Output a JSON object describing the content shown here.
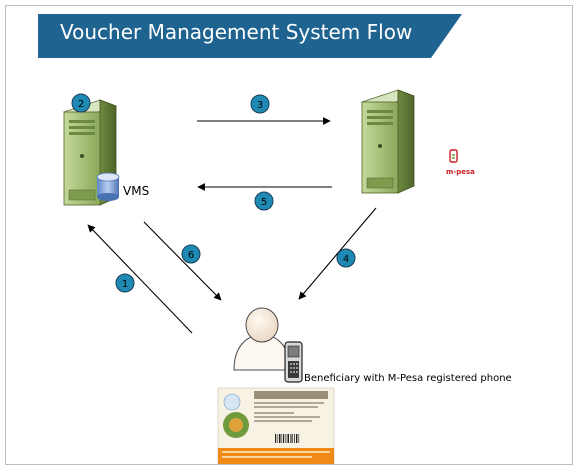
{
  "title": "Voucher Management System Flow",
  "nodes": {
    "vms_server": {
      "label": "VMS"
    },
    "mpesa_server": {
      "label": "m-pesa"
    },
    "beneficiary": {
      "label": "Beneficiary with M-Pesa registered phone"
    }
  },
  "steps": [
    "1",
    "2",
    "3",
    "4",
    "5",
    "6"
  ],
  "colors": {
    "banner": "#1f6391",
    "badge_fill": "#1e8ab3",
    "server_green": "#a9c47a",
    "mpesa_red": "#cc1f26"
  }
}
